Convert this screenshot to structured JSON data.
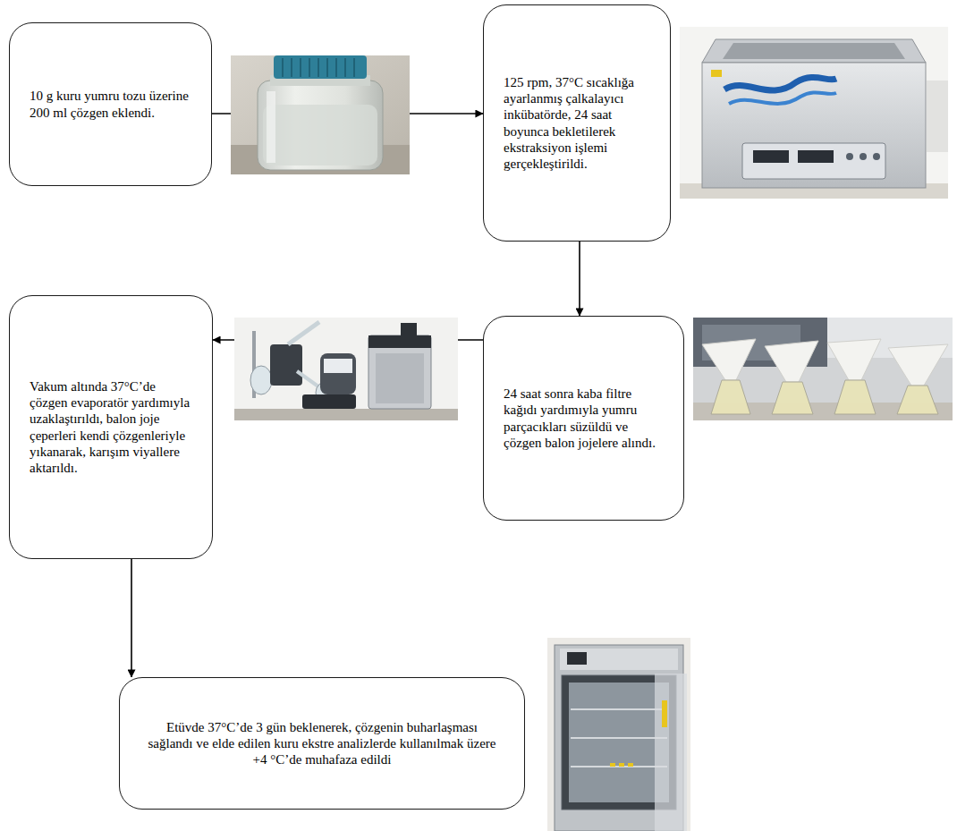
{
  "diagram": {
    "nodes": [
      {
        "text": [
          "10 g kuru yumru tozu üzerine 200 ml çözgen eklendi."
        ]
      },
      {
        "text": [
          "125 rpm, 37°C sıcaklığa ayarlanmış çalkalayıcı inkübatörde, 24 saat boyunca bekletilerek ekstraksiyon işlemi gerçekleştirildi."
        ]
      },
      {
        "text": [
          "24 saat sonra kaba filtre kağıdı yardımıyla yumru parçacıkları süzüldü ve çözgen balon jojelere alındı."
        ]
      },
      {
        "text": [
          "Vakum altında 37°C’de çözgen evaporatör yardımıyla uzaklaştırıldı, balon joje çeperleri kendi çözgenleriyle yıkanarak, karışım viyallere aktarıldı."
        ]
      },
      {
        "text": [
          "Etüvde 37°C’de 3 gün beklenerek, çözgenin buharlaşması sağlandı ve elde edilen kuru ekstre analizlerde kullanılmak üzere +4 °C’de muhafaza edildi"
        ]
      }
    ],
    "edges": [
      {
        "from": 0,
        "to": 1,
        "arrow": "to"
      },
      {
        "from": 1,
        "to": 2,
        "arrow": "to"
      },
      {
        "from": 2,
        "to": 3,
        "arrow": "to"
      },
      {
        "from": 3,
        "to": 4,
        "arrow": "to"
      }
    ]
  }
}
